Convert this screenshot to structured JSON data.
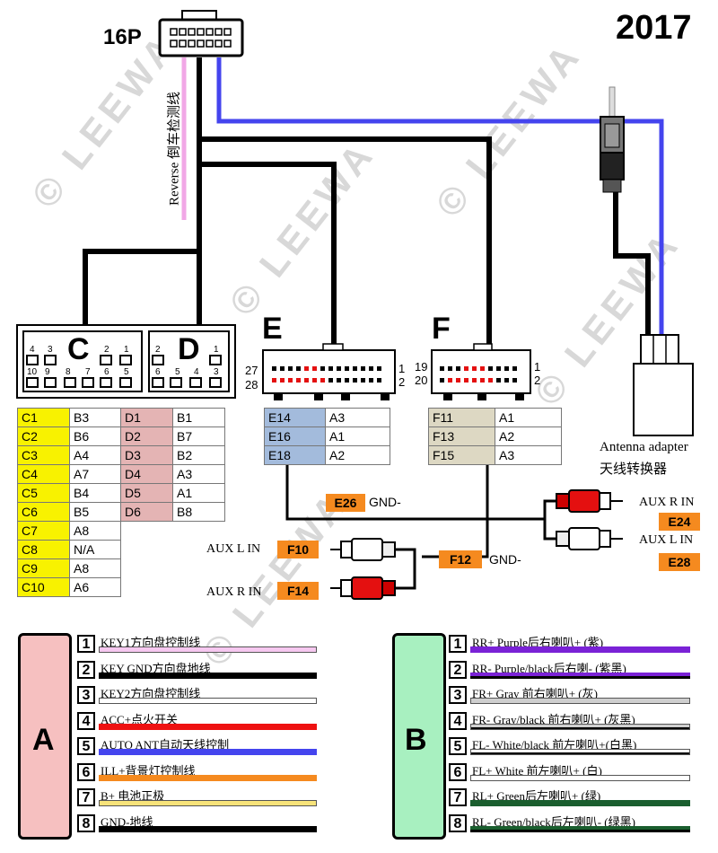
{
  "year": "2017",
  "connector_16p": "16P",
  "reverse_label": "Reverse 倒车检测线",
  "antenna": {
    "en": "Antenna adapter",
    "cn": "天线转换器"
  },
  "watermark": "© LEEWA",
  "conn_cd": {
    "letter_c": "C",
    "letter_d": "D",
    "c_top": [
      "4",
      "3",
      "2",
      "1"
    ],
    "c_bottom": [
      "10",
      "9",
      "8",
      "7",
      "6",
      "5"
    ],
    "d_top": [
      "2",
      "1"
    ],
    "d_bottom": [
      "6",
      "5",
      "4",
      "3"
    ]
  },
  "conn_e": {
    "letter": "E",
    "left_top": "27",
    "left_bottom": "28",
    "right_top": "1",
    "right_bottom": "2"
  },
  "conn_f": {
    "letter": "F",
    "left_top": "19",
    "left_bottom": "20",
    "right_top": "1",
    "right_bottom": "2"
  },
  "c_table": [
    [
      "C1",
      "B3"
    ],
    [
      "C2",
      "B6"
    ],
    [
      "C3",
      "A4"
    ],
    [
      "C4",
      "A7"
    ],
    [
      "C5",
      "B4"
    ],
    [
      "C6",
      "B5"
    ],
    [
      "C7",
      "A8"
    ],
    [
      "C8",
      "N/A"
    ],
    [
      "C9",
      "A8"
    ],
    [
      "C10",
      "A6"
    ]
  ],
  "d_table": [
    [
      "D1",
      "B1"
    ],
    [
      "D2",
      "B7"
    ],
    [
      "D3",
      "B2"
    ],
    [
      "D4",
      "A3"
    ],
    [
      "D5",
      "A1"
    ],
    [
      "D6",
      "B8"
    ]
  ],
  "e_table": [
    [
      "E14",
      "A3"
    ],
    [
      "E16",
      "A1"
    ],
    [
      "E18",
      "A2"
    ]
  ],
  "f_table": [
    [
      "F11",
      "A1"
    ],
    [
      "F13",
      "A2"
    ],
    [
      "F15",
      "A3"
    ]
  ],
  "e26": {
    "code": "E26",
    "label": "GND-"
  },
  "f12": {
    "code": "F12",
    "label": "GND-"
  },
  "aux_left": [
    {
      "label": "AUX L IN",
      "code": "F10"
    },
    {
      "label": "AUX R IN",
      "code": "F14"
    }
  ],
  "aux_right": [
    {
      "label": "AUX R IN",
      "code": "E24"
    },
    {
      "label": "AUX L IN",
      "code": "E28"
    }
  ],
  "harness_a": {
    "letter": "A",
    "pins": [
      {
        "num": "1",
        "label": "KEY1方向盘控制线",
        "color": "#f6c8f0"
      },
      {
        "num": "2",
        "label": "KEY GND方向盘地线",
        "color": "#000000"
      },
      {
        "num": "3",
        "label": "KEY2方向盘控制线",
        "color": "#ffffff"
      },
      {
        "num": "4",
        "label": "ACC+点火开关",
        "color": "#ee1111"
      },
      {
        "num": "5",
        "label": "AUTO ANT自动天线控制",
        "color": "#4444ee"
      },
      {
        "num": "6",
        "label": "ILL+背景灯控制线",
        "color": "#f58a1f"
      },
      {
        "num": "7",
        "label": "B+ 电池正极",
        "color": "#f7e37a"
      },
      {
        "num": "8",
        "label": "GND-地线",
        "color": "#000000"
      }
    ]
  },
  "harness_b": {
    "letter": "B",
    "pins": [
      {
        "num": "1",
        "label": "RR+ Purple后右喇叭+ (紫)",
        "color": "#7a22d6",
        "stripe": ""
      },
      {
        "num": "2",
        "label": "RR- Purple/black后右喇- (紫黑)",
        "color": "#7a22d6",
        "stripe": "#000000"
      },
      {
        "num": "3",
        "label": "FR+ Gray 前右喇叭+ (灰)",
        "color": "#cfcfcf",
        "stripe": ""
      },
      {
        "num": "4",
        "label": "FR- Gray/black 前右喇叭+ (灰黑)",
        "color": "#cfcfcf",
        "stripe": "#000000"
      },
      {
        "num": "5",
        "label": "FL- White/black 前左喇叭+(白黑)",
        "color": "#ffffff",
        "stripe": "#000000"
      },
      {
        "num": "6",
        "label": "FL+ White 前左喇叭+ (白)",
        "color": "#ffffff",
        "stripe": ""
      },
      {
        "num": "7",
        "label": "RL+ Green后左喇叭+ (绿)",
        "color": "#1a5e2e",
        "stripe": ""
      },
      {
        "num": "8",
        "label": "RL- Green/black后左喇叭- (绿黑)",
        "color": "#1a5e2e",
        "stripe": "#000000"
      }
    ]
  }
}
